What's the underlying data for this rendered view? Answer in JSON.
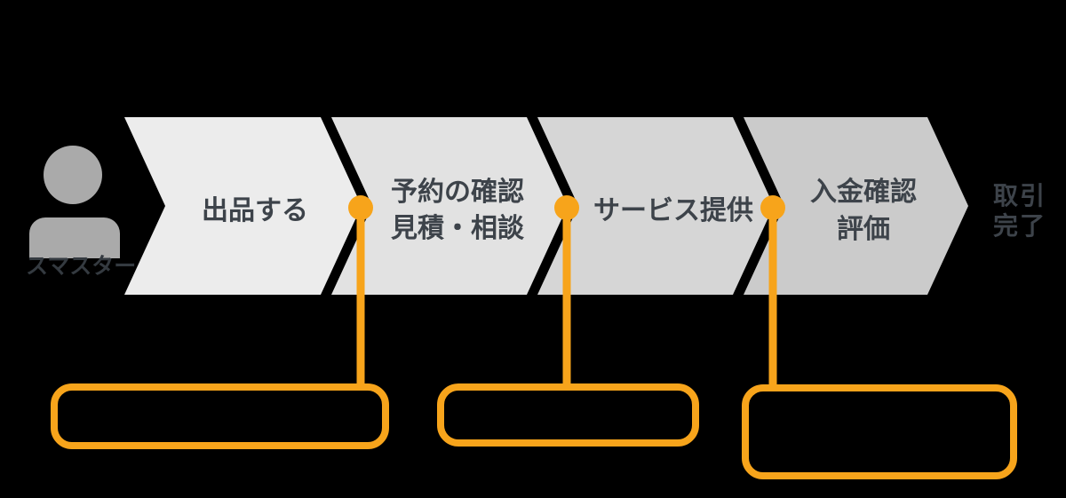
{
  "colors": {
    "background": "#000000",
    "accent": "#F7A41B",
    "step_fills": [
      "#ECECEC",
      "#E2E2E2",
      "#D6D6D6",
      "#CBCBCB"
    ],
    "label_text": "#3D434A",
    "actor_icon": "#AAAAAA"
  },
  "actor": {
    "label": "スマスター"
  },
  "steps": [
    {
      "lines": [
        "出品する"
      ]
    },
    {
      "lines": [
        "予約の確認",
        "見積・相談"
      ]
    },
    {
      "lines": [
        "サービス提供"
      ]
    },
    {
      "lines": [
        "入金確認",
        "評価"
      ]
    }
  ],
  "end_label": {
    "lines": [
      "取引",
      "完了"
    ]
  },
  "callouts": [
    {
      "text": ""
    },
    {
      "text": ""
    },
    {
      "text": ""
    }
  ]
}
